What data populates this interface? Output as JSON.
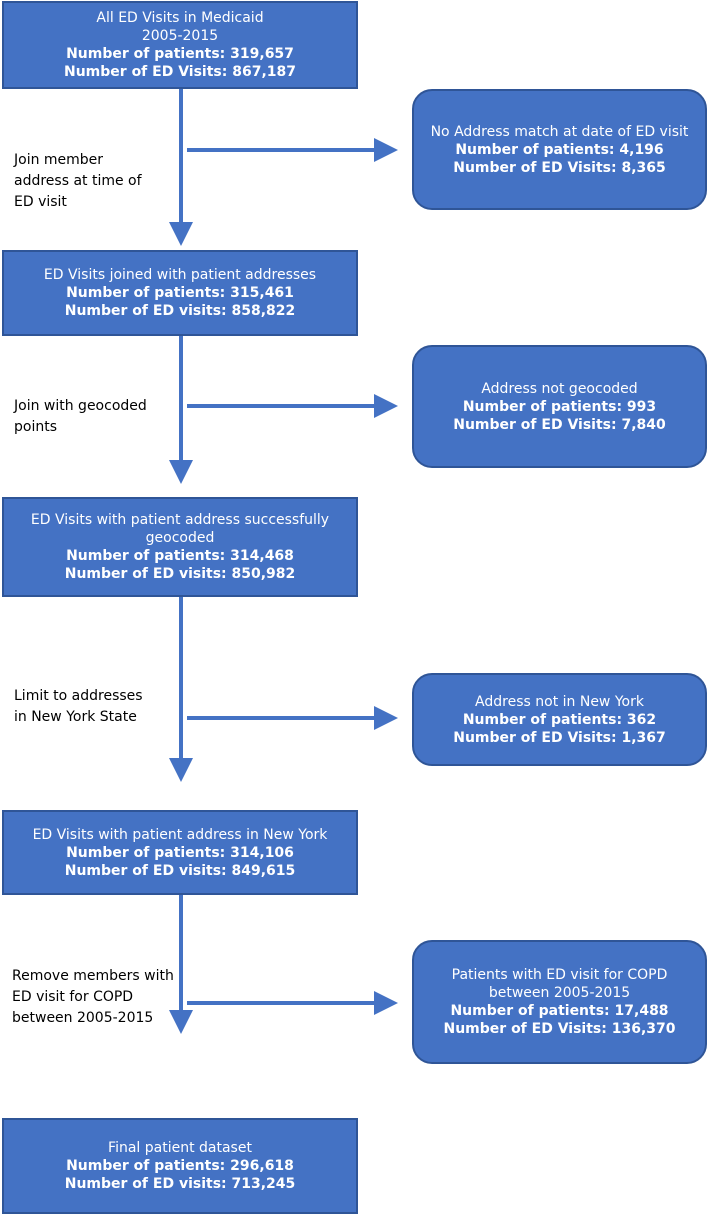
{
  "colors": {
    "box_fill": "#4472c4",
    "box_border": "#2f5597",
    "box_text": "#ffffff",
    "connector": "#4472c4",
    "label_text": "#000000"
  },
  "main_boxes": [
    {
      "title_lines": [
        "All ED Visits in Medicaid",
        "2005-2015"
      ],
      "patients": "Number of patients: 319,657",
      "visits": "Number of ED Visits:  867,187"
    },
    {
      "title_lines": [
        "ED Visits joined with patient addresses"
      ],
      "patients": "Number of patients: 315,461",
      "visits": "Number of ED visits: 858,822"
    },
    {
      "title_lines": [
        "ED Visits with patient address successfully",
        "geocoded"
      ],
      "patients": "Number of patients: 314,468",
      "visits": "Number of ED visits: 850,982"
    },
    {
      "title_lines": [
        "ED Visits with patient address in New York"
      ],
      "patients": "Number of patients: 314,106",
      "visits": "Number of ED visits: 849,615"
    },
    {
      "title_lines": [
        "Final patient dataset"
      ],
      "patients": "Number of patients: 296,618",
      "visits": "Number of ED visits: 713,245"
    }
  ],
  "exclusion_boxes": [
    {
      "title_lines": [
        "No Address match at date of ED visit"
      ],
      "patients": "Number of patients: 4,196",
      "visits": "Number of ED Visits: 8,365"
    },
    {
      "title_lines": [
        "Address not geocoded"
      ],
      "patients": "Number of patients: 993",
      "visits": "Number of ED Visits: 7,840"
    },
    {
      "title_lines": [
        "Address not in New York"
      ],
      "patients": "Number of patients: 362",
      "visits": "Number of ED Visits: 1,367"
    },
    {
      "title_lines": [
        "Patients with ED visit for COPD",
        "between 2005-2015"
      ],
      "patients": "Number of patients: 17,488",
      "visits": "Number of ED Visits: 136,370"
    }
  ],
  "step_labels": [
    [
      "Join member",
      "address at time of",
      "ED visit"
    ],
    [
      "Join with geocoded",
      "points"
    ],
    [
      "Limit to addresses",
      "in New York State"
    ],
    [
      "Remove members with",
      "ED visit for COPD",
      "between 2005-2015"
    ]
  ]
}
